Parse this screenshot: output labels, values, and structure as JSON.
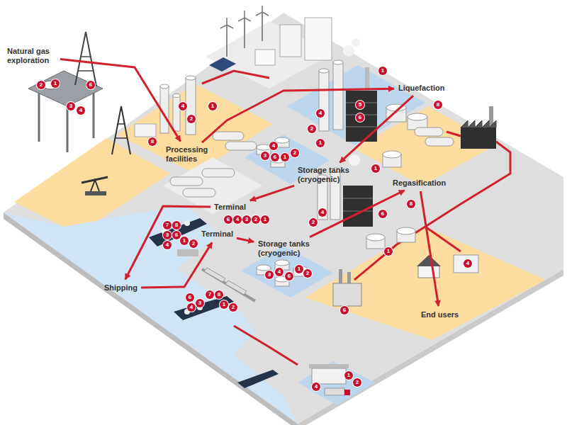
{
  "diagram": {
    "nodes": [
      {
        "text": [
          "Natural gas exploration"
        ]
      },
      {
        "text": [
          "Processing facilities"
        ]
      },
      {
        "text": [
          "Liquefaction"
        ]
      },
      {
        "text": [
          "Storage tanks (cryogenic)"
        ]
      },
      {
        "text": [
          "Terminal"
        ]
      },
      {
        "text": [
          "Shipping"
        ]
      },
      {
        "text": [
          "Terminal"
        ]
      },
      {
        "text": [
          "Storage tanks (cryogenic)"
        ]
      },
      {
        "text": [
          "Regasification"
        ]
      },
      {
        "text": [
          "End users"
        ]
      }
    ],
    "edges": [
      {
        "from": 0,
        "to": 1,
        "arrow": "to"
      },
      {
        "from": 1,
        "to": 2,
        "arrow": "to"
      },
      {
        "from": 2,
        "to": 3,
        "arrow": "to"
      },
      {
        "from": 3,
        "to": 4,
        "arrow": "to"
      },
      {
        "from": 4,
        "to": 5,
        "arrow": "to"
      },
      {
        "from": 5,
        "to": 6,
        "arrow": "to"
      },
      {
        "from": 6,
        "to": 7,
        "arrow": "to"
      },
      {
        "from": 7,
        "to": 8,
        "arrow": "to"
      },
      {
        "from": 8,
        "to": 9,
        "arrow": "to"
      }
    ],
    "labels": [
      "2",
      "1",
      "6",
      "3",
      "4",
      "4",
      "2",
      "8",
      "1",
      "1",
      "4",
      "2",
      "5",
      "6",
      "8",
      "1",
      "4",
      "3",
      "6",
      "1",
      "2",
      "6",
      "4",
      "3",
      "2",
      "1",
      "7",
      "8",
      "3",
      "6",
      "4",
      "1",
      "2",
      "1",
      "4",
      "2",
      "6",
      "8",
      "3",
      "4",
      "6",
      "1",
      "2",
      "1",
      "4",
      "6",
      "6",
      "4",
      "3",
      "7",
      "8",
      "1",
      "2",
      "1",
      "2",
      "4"
    ]
  }
}
